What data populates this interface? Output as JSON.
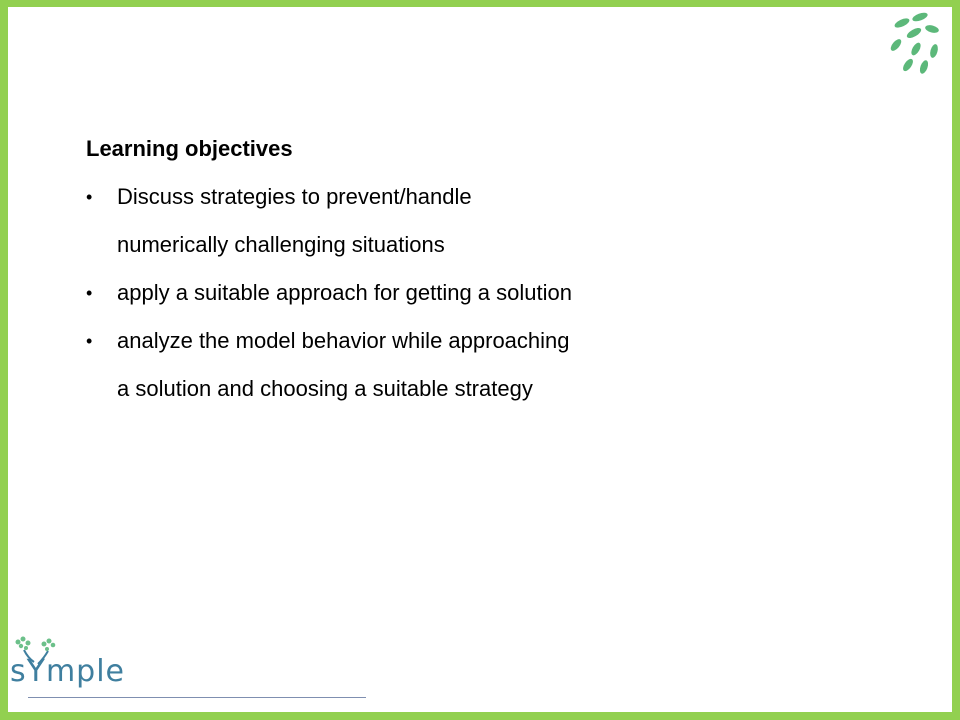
{
  "slide": {
    "heading": "Learning objectives",
    "objectives": [
      {
        "bullet": "•",
        "lines": [
          "Discuss strategies to prevent/handle",
          "numerically challenging situations"
        ]
      },
      {
        "bullet": "•",
        "lines": [
          "apply a suitable approach for getting a solution"
        ]
      },
      {
        "bullet": "•",
        "lines": [
          "analyze the model behavior while approaching",
          "a solution and choosing a suitable strategy"
        ]
      }
    ]
  },
  "branding": {
    "logo_text": "sYmple",
    "logo_icon": "tree-logo-icon",
    "corner_icon": "leaves-icon"
  },
  "colors": {
    "border": "#92d050",
    "leaf_green": "#5cb87a",
    "logo_blue": "#3f7f9f"
  }
}
